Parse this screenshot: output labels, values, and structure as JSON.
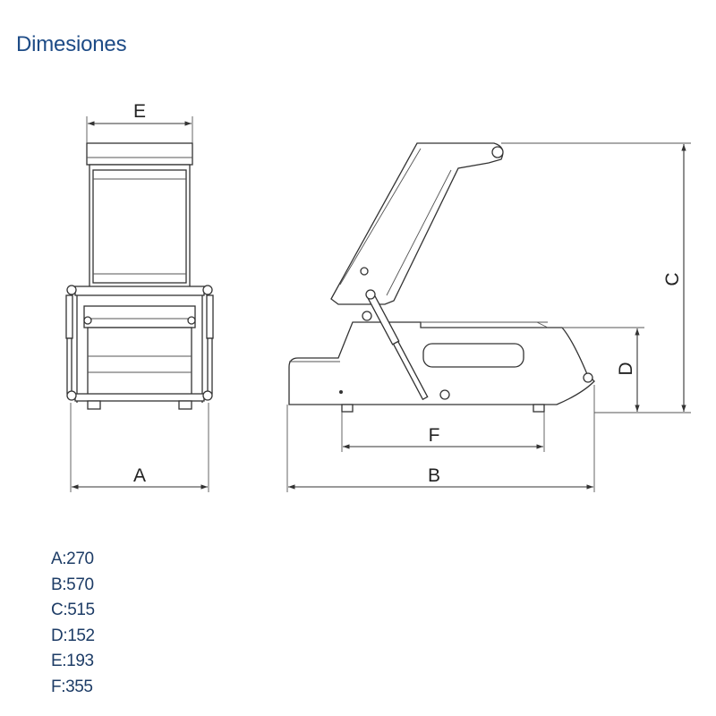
{
  "title": "Dimesiones",
  "drawing_labels": {
    "a": "A",
    "b": "B",
    "c": "C",
    "d": "D",
    "e": "E",
    "f": "F"
  },
  "dimensions": [
    {
      "label": "A:",
      "value": "270"
    },
    {
      "label": "B:",
      "value": "570"
    },
    {
      "label": "C:",
      "value": "515"
    },
    {
      "label": "D:",
      "value": "152"
    },
    {
      "label": "E:",
      "value": "193"
    },
    {
      "label": "F:",
      "value": "355"
    }
  ]
}
